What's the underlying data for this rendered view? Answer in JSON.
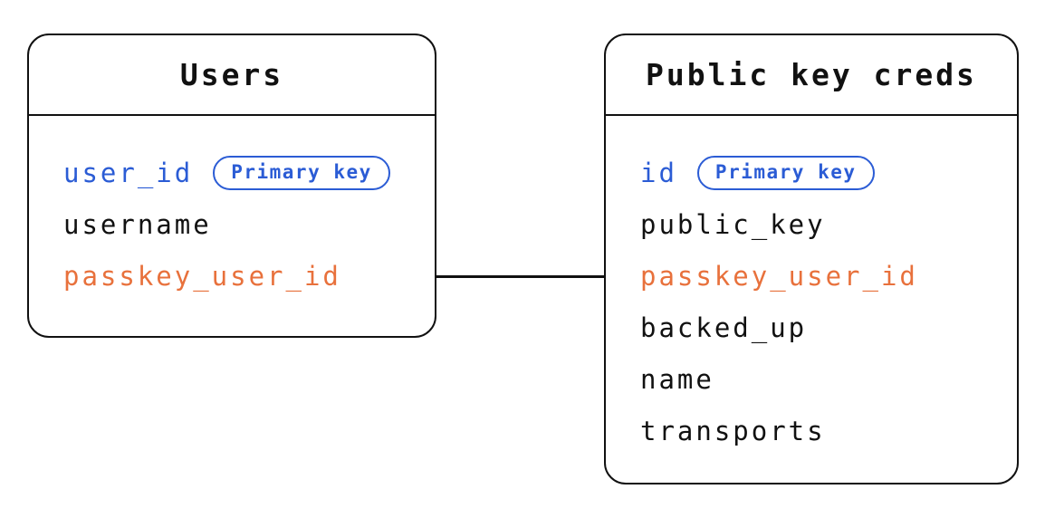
{
  "diagram": {
    "colors": {
      "primary_key_blue": "#2b5cd5",
      "foreign_key_orange": "#e8713c",
      "line_black": "#111111",
      "background": "#ffffff"
    },
    "tables": [
      {
        "title": "Users",
        "fields": [
          {
            "name": "user_id",
            "badge": "Primary key",
            "role": "primary"
          },
          {
            "name": "username",
            "role": "normal"
          },
          {
            "name": "passkey_user_id",
            "role": "foreign"
          }
        ]
      },
      {
        "title": "Public key creds",
        "fields": [
          {
            "name": "id",
            "badge": "Primary key",
            "role": "primary"
          },
          {
            "name": "public_key",
            "role": "normal"
          },
          {
            "name": "passkey_user_id",
            "role": "foreign"
          },
          {
            "name": "backed_up",
            "role": "normal"
          },
          {
            "name": "name",
            "role": "normal"
          },
          {
            "name": "transports",
            "role": "normal"
          }
        ]
      }
    ],
    "relationship": {
      "between": "passkey_user_id ↔ passkey_user_id"
    }
  }
}
